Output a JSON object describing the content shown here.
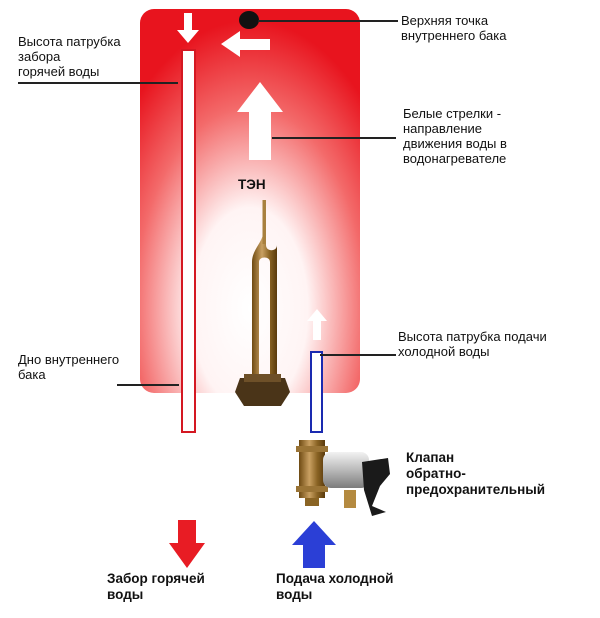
{
  "labels": {
    "top_point": "Верхняя точка\nвнутреннего бака",
    "hot_intake_height": "Высота патрубка\nзабора\nгорячей воды",
    "white_arrows": "Белые стрелки -\nнаправление\nдвижения воды в\nводонагревателе",
    "heater": "ТЭН",
    "cold_supply_height": "Высота патрубка подачи\nхолодной воды",
    "tank_bottom": "Дно внутреннего\nбака",
    "valve": "Клапан\nобратно-\nпредохранительный",
    "hot_out": "Забор горячей\nводы",
    "cold_in": "Подача холодной\nводы"
  },
  "colors": {
    "tank_red": "#e8141e",
    "hot_arrow": "#e81c24",
    "cold_arrow": "#2b3fd6",
    "cold_pipe": "#1a2ab0",
    "hot_pipe": "#d41822"
  }
}
